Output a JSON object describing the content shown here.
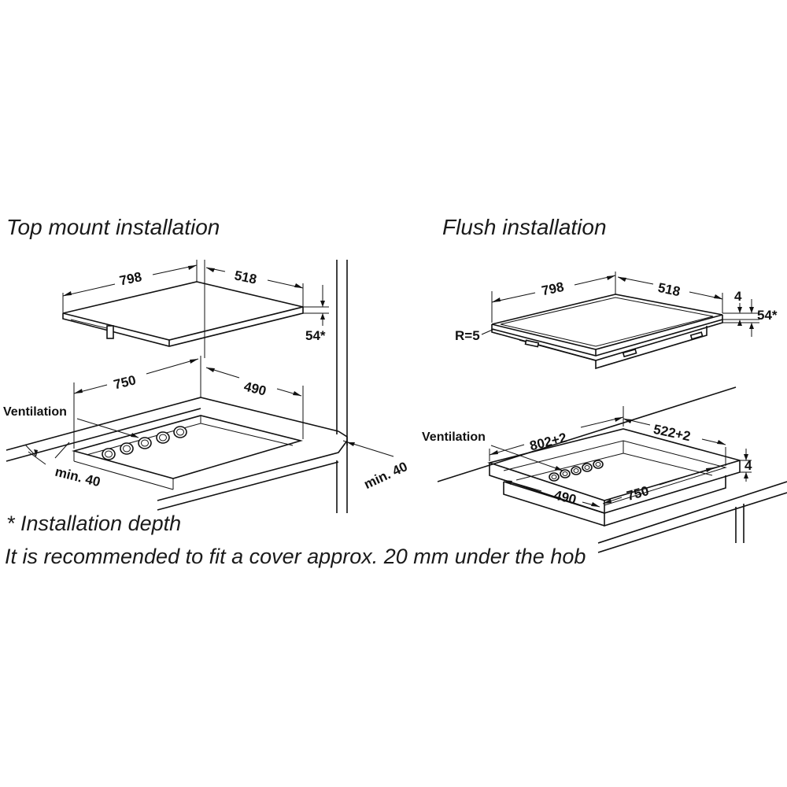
{
  "titles": {
    "top_mount": "Top mount installation",
    "flush": "Flush installation"
  },
  "top_mount": {
    "hob_width": "798",
    "hob_depth": "518",
    "depth_star": "54*",
    "cutout_width": "750",
    "cutout_depth": "490",
    "ventilation": "Ventilation",
    "min_front": "min. 40",
    "min_side": "min. 40"
  },
  "flush": {
    "hob_width": "798",
    "hob_depth": "518",
    "rim": "4",
    "depth_star": "54*",
    "radius": "R=5",
    "ventilation": "Ventilation",
    "recess_width": "802+2",
    "recess_depth": "522+2",
    "recess_rim": "4",
    "cutout_depth": "490",
    "cutout_width": "750"
  },
  "notes": {
    "depth_note": "* Installation depth",
    "cover_note": "It is recommended to fit a cover approx. 20 mm under the hob"
  }
}
